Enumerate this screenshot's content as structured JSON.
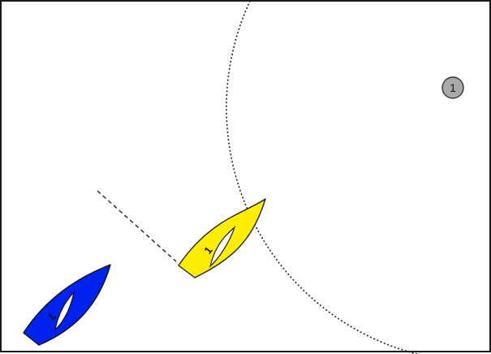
{
  "diagram": {
    "zone_circle": {
      "style": "dotted",
      "color": "#222222"
    },
    "mark": {
      "label": "1",
      "fill": "#a9a9a9",
      "stroke": "#333333"
    },
    "overlap_line": {
      "style": "dashed",
      "color": "#222222"
    },
    "boats": [
      {
        "id": "yellow-boat",
        "number": "1",
        "hull_color": "#ffee00",
        "outline": "#222222"
      },
      {
        "id": "blue-boat",
        "number": "1",
        "hull_color": "#0022ee",
        "outline": "#111111"
      }
    ]
  }
}
